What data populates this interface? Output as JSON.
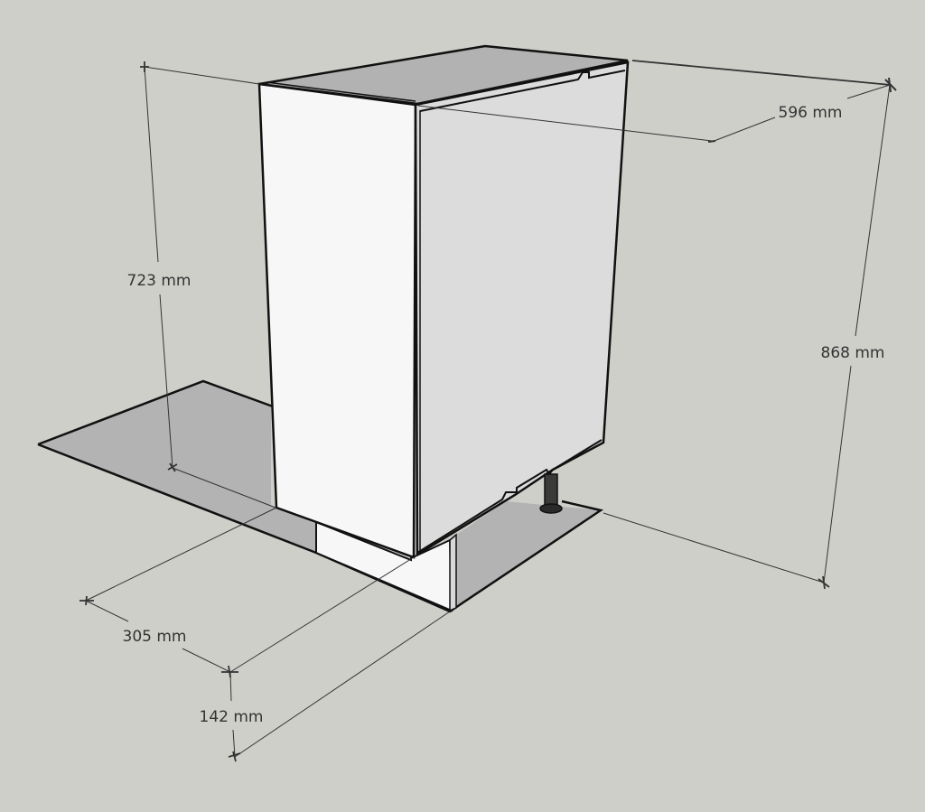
{
  "scene": {
    "type": "3D model view of kitchen base cabinet with dimensions",
    "background_color": "#cfcfca",
    "shadow_color": "#b3b3b3",
    "front_face_color": "#f7f7f7",
    "side_face_color": "#dcdcdc",
    "top_face_color": "#b2b2b2",
    "leg_color": "#3a3a3a"
  },
  "dimensions": {
    "width": {
      "label": "596 mm",
      "value": 596,
      "unit": "mm"
    },
    "carcass_height": {
      "label": "723 mm",
      "value": 723,
      "unit": "mm"
    },
    "total_height": {
      "label": "868 mm",
      "value": 868,
      "unit": "mm"
    },
    "depth": {
      "label": "305 mm",
      "value": 305,
      "unit": "mm"
    },
    "plinth_height": {
      "label": "142 mm",
      "value": 142,
      "unit": "mm"
    }
  }
}
